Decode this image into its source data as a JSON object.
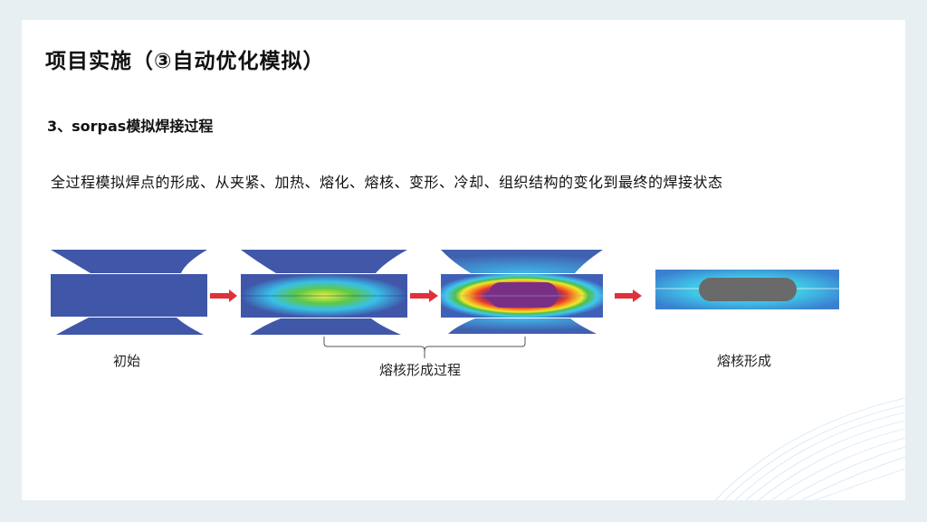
{
  "slide": {
    "title": "项目实施（③自动优化模拟）",
    "subtitle": "3、sorpas模拟焊接过程",
    "description": "全过程模拟焊点的形成、从夹紧、加热、熔化、熔核、变形、冷却、组织结构的变化到最终的焊接状态",
    "labels": {
      "initial": "初始",
      "process": "熔核形成过程",
      "formed": "熔核形成"
    }
  },
  "colors": {
    "base_blue": "#4056a8",
    "arrow_red": "#e0303a",
    "nugget_purple": "#7a2f86",
    "nugget_gray": "#6a6a6a"
  }
}
